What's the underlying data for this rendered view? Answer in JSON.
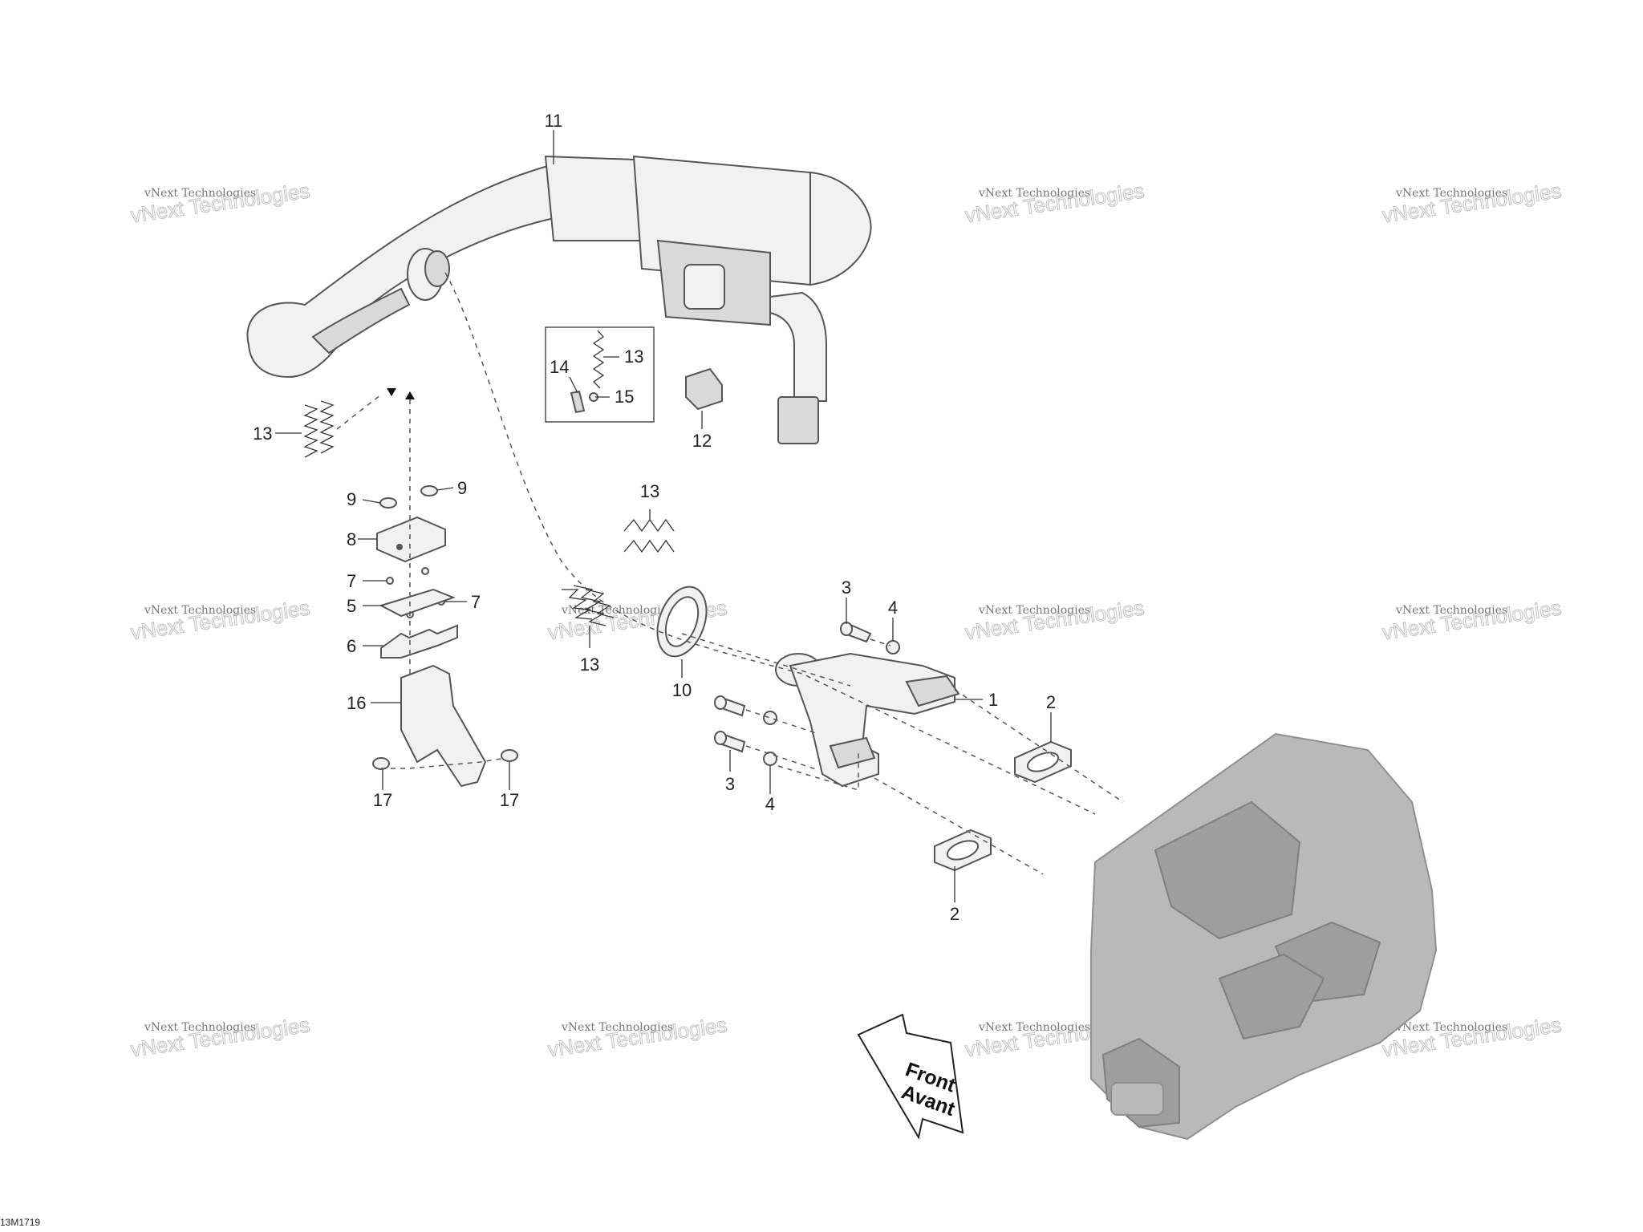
{
  "diagram": {
    "code": "13M1719",
    "direction_label": {
      "line1": "Front",
      "line2": "Avant"
    },
    "watermark": {
      "line1": "vNext Technologies",
      "line2": "vNext Technologies"
    },
    "callouts": {
      "c11": "11",
      "c13_top": "13",
      "c14": "14",
      "c15": "15",
      "c12": "12",
      "c13_left": "13",
      "c9_left": "9",
      "c9_right": "9",
      "c8": "8",
      "c7_left": "7",
      "c7_right": "7",
      "c5": "5",
      "c6": "6",
      "c16": "16",
      "c17_left": "17",
      "c17_right": "17",
      "c13_mid": "13",
      "c13_springs": "13",
      "c10": "10",
      "c3_top": "3",
      "c4_top": "4",
      "c1": "1",
      "c2_right": "2",
      "c3_bottom": "3",
      "c4_bottom": "4",
      "c2_bottom": "2"
    }
  }
}
